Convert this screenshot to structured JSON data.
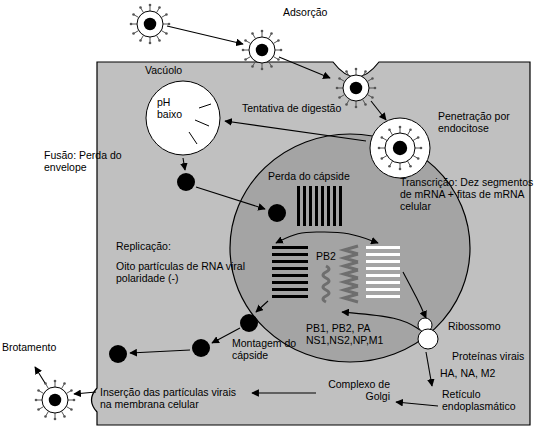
{
  "diagram": {
    "nodes": [
      {
        "text": [
          "Vacúolo",
          "pH baixo"
        ]
      },
      {
        "text": [
          "Ribossomo"
        ]
      }
    ],
    "labels": [
      "Adsorção",
      "Tentativa de digestão",
      "Penetração por endocitose",
      "Fusão: Perda do envelope",
      "Perda do cápside",
      "Transcrição: Dez segmentos de mRNA + fitas de mRNA celular",
      "Replicação:",
      "Oito partículas de RNA viral polaridade (-)",
      "PB2",
      "Proteínas virais",
      "PB1, PB2, PA NS1,NS2,NP,M1",
      "Montagem do cápside",
      "HA, NA, M2",
      "Inserção das partículas virais na membrana celular",
      "Complexo de Golgi",
      "Retículo endoplasmático",
      "Brotamento"
    ]
  }
}
